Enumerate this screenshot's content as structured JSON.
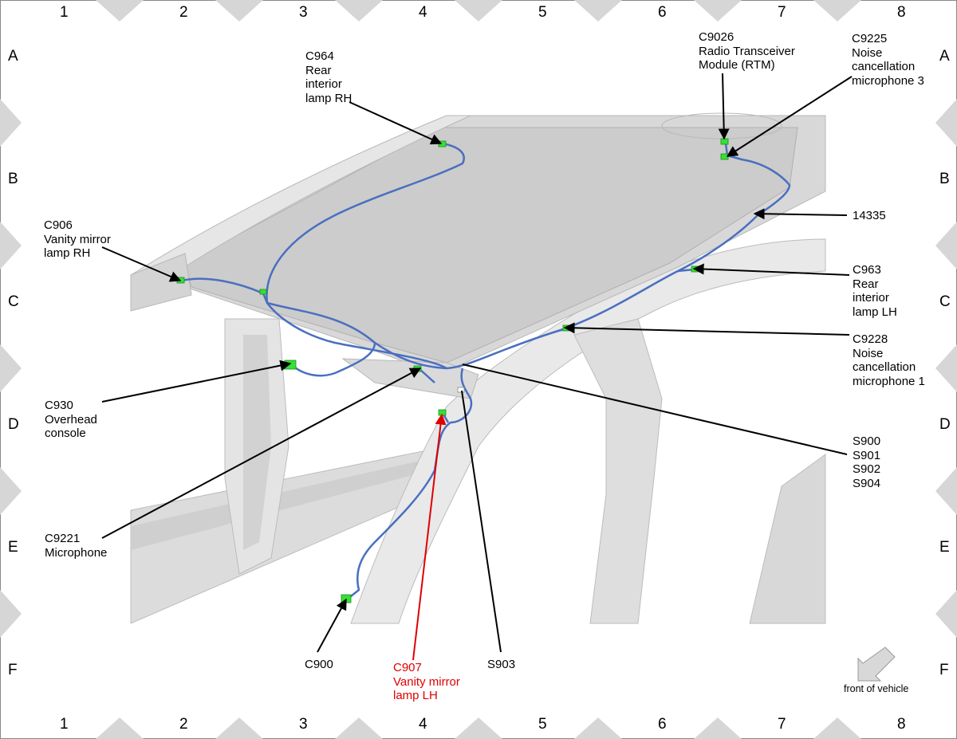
{
  "grid": {
    "columns": [
      "1",
      "2",
      "3",
      "4",
      "5",
      "6",
      "7",
      "8"
    ],
    "rows": [
      "A",
      "B",
      "C",
      "D",
      "E",
      "F"
    ]
  },
  "labels": [
    {
      "id": "c964",
      "text": "C964\nRear\ninterior\nlamp RH",
      "highlight": false
    },
    {
      "id": "c9026",
      "text": "C9026\nRadio Transceiver\nModule (RTM)",
      "highlight": false
    },
    {
      "id": "c9225",
      "text": "C9225\nNoise\ncancellation\nmicrophone 3",
      "highlight": false
    },
    {
      "id": "c906",
      "text": "C906\nVanity mirror\nlamp RH",
      "highlight": false
    },
    {
      "id": "h14335",
      "text": "14335",
      "highlight": false
    },
    {
      "id": "c963",
      "text": "C963\nRear\ninterior\nlamp LH",
      "highlight": false
    },
    {
      "id": "c9228",
      "text": "C9228\nNoise\ncancellation\nmicrophone 1",
      "highlight": false
    },
    {
      "id": "c930",
      "text": "C930\nOverhead\nconsole",
      "highlight": false
    },
    {
      "id": "splices",
      "text": "S900\nS901\nS902\nS904",
      "highlight": false
    },
    {
      "id": "c9221",
      "text": "C9221\nMicrophone",
      "highlight": false
    },
    {
      "id": "c900",
      "text": "C900",
      "highlight": false
    },
    {
      "id": "c907",
      "text": "C907\nVanity mirror\nlamp LH",
      "highlight": true
    },
    {
      "id": "s903",
      "text": "S903",
      "highlight": false
    }
  ],
  "orientation": {
    "label": "front of vehicle",
    "icon": "arrow-down-left-icon"
  },
  "colors": {
    "harness": "#4a6fc0",
    "connector": "#36e036",
    "leader": "#000000",
    "highlight": "#e00000",
    "frame_marker": "#d4d4d4",
    "body": "#e2e2e2"
  }
}
